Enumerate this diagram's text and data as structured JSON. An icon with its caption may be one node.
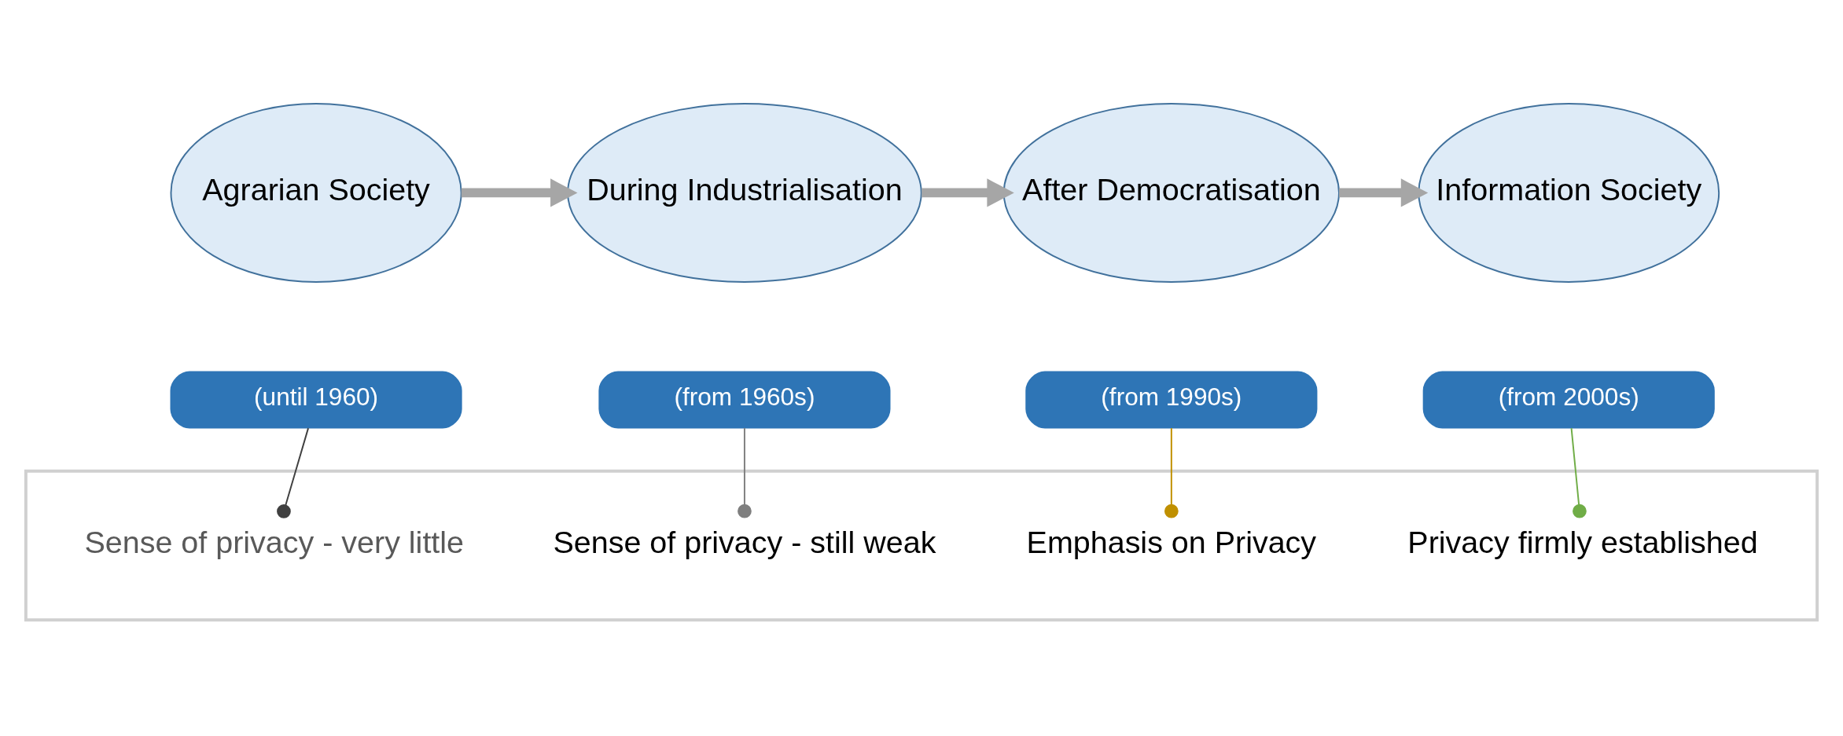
{
  "diagram": {
    "nodes": [
      {
        "text": [
          "Agrarian Society"
        ]
      },
      {
        "text": [
          "During Industrialisation"
        ]
      },
      {
        "text": [
          "After Democratisation"
        ]
      },
      {
        "text": [
          "Information Society"
        ]
      },
      {
        "text": [
          "(until 1960)"
        ]
      },
      {
        "text": [
          "(from 1960s)"
        ]
      },
      {
        "text": [
          "(from 1990s)"
        ]
      },
      {
        "text": [
          "(from 2000s)"
        ]
      },
      {
        "text": [],
        "shape": "box"
      },
      {
        "text": [
          "Sense of privacy - very little"
        ],
        "in": 8
      },
      {
        "text": [
          "Sense of privacy - still weak"
        ],
        "in": 8
      },
      {
        "text": [
          "Emphasis on Privacy"
        ],
        "in": 8
      },
      {
        "text": [
          "Privacy firmly established"
        ],
        "in": 8
      }
    ],
    "edges": [
      {
        "from": 0,
        "to": 1,
        "arrow": "to",
        "style": "thick",
        "color": "#a6a6a6"
      },
      {
        "from": 1,
        "to": 2,
        "arrow": "to",
        "style": "thick",
        "color": "#a6a6a6"
      },
      {
        "from": 2,
        "to": 3,
        "arrow": "to",
        "style": "thick",
        "color": "#a6a6a6"
      },
      {
        "from": 4,
        "to": 9,
        "arrow": "other",
        "color": "#404040"
      },
      {
        "from": 5,
        "to": 10,
        "arrow": "other",
        "color": "#7f7f7f"
      },
      {
        "from": 6,
        "to": 11,
        "arrow": "other",
        "color": "#c09000"
      },
      {
        "from": 7,
        "to": 12,
        "arrow": "other",
        "color": "#70ad47"
      }
    ]
  }
}
